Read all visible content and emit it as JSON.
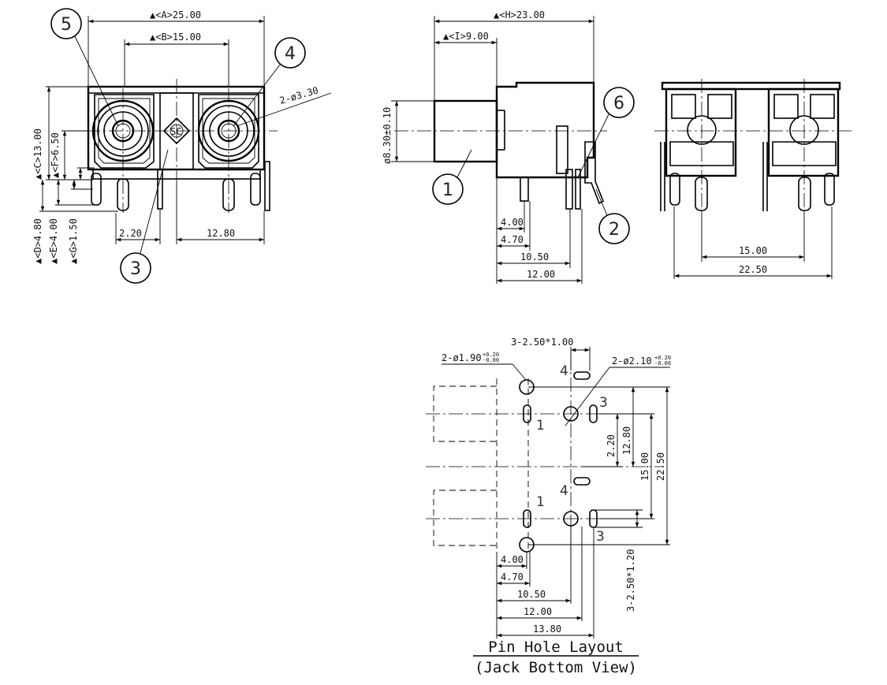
{
  "front_view": {
    "dims": {
      "A": "▲<A>25.00",
      "B": "▲<B>15.00",
      "C": "▲<C>13.00",
      "F": "▲<F>6.50",
      "D": "▲<D>4.80",
      "E": "▲<E>4.00",
      "G": "▲<G>1.50",
      "w1": "2.20",
      "w2": "12.80",
      "hole": "2-ø3.30"
    },
    "logo": "SC"
  },
  "side_view": {
    "dims": {
      "H": "▲<H>23.00",
      "I": "▲<I>9.00",
      "dia": "ø8.30±0.10",
      "d1": "4.00",
      "d2": "4.70",
      "d3": "10.50",
      "d4": "12.00"
    }
  },
  "rear_view": {
    "dims": {
      "d1": "15.00",
      "d2": "22.50"
    }
  },
  "callouts": [
    "1",
    "2",
    "3",
    "4",
    "5",
    "6"
  ],
  "pin_layout": {
    "slot_spec_top": "3-2.50*1.00",
    "hole_a_base": "2-ø1.90",
    "hole_a_sup": "+0.20",
    "hole_a_sub": "-0.00",
    "hole_b_base": "2-ø2.10",
    "hole_b_sup": "+0.20",
    "hole_b_sub": "-0.00",
    "slot_spec_bottom": "3-2.50*1.20",
    "pin_labels": [
      "4",
      "3",
      "1",
      "4",
      "1",
      "3"
    ],
    "dims": {
      "v1": "2.20",
      "v2": "12.80",
      "v3": "15.00",
      "v4": "22.50",
      "h1": "4.00",
      "h2": "4.70",
      "h3": "10.50",
      "h4": "12.00",
      "h5": "13.80"
    },
    "title_line1": "Pin Hole Layout",
    "title_line2": "(Jack Bottom View)"
  }
}
